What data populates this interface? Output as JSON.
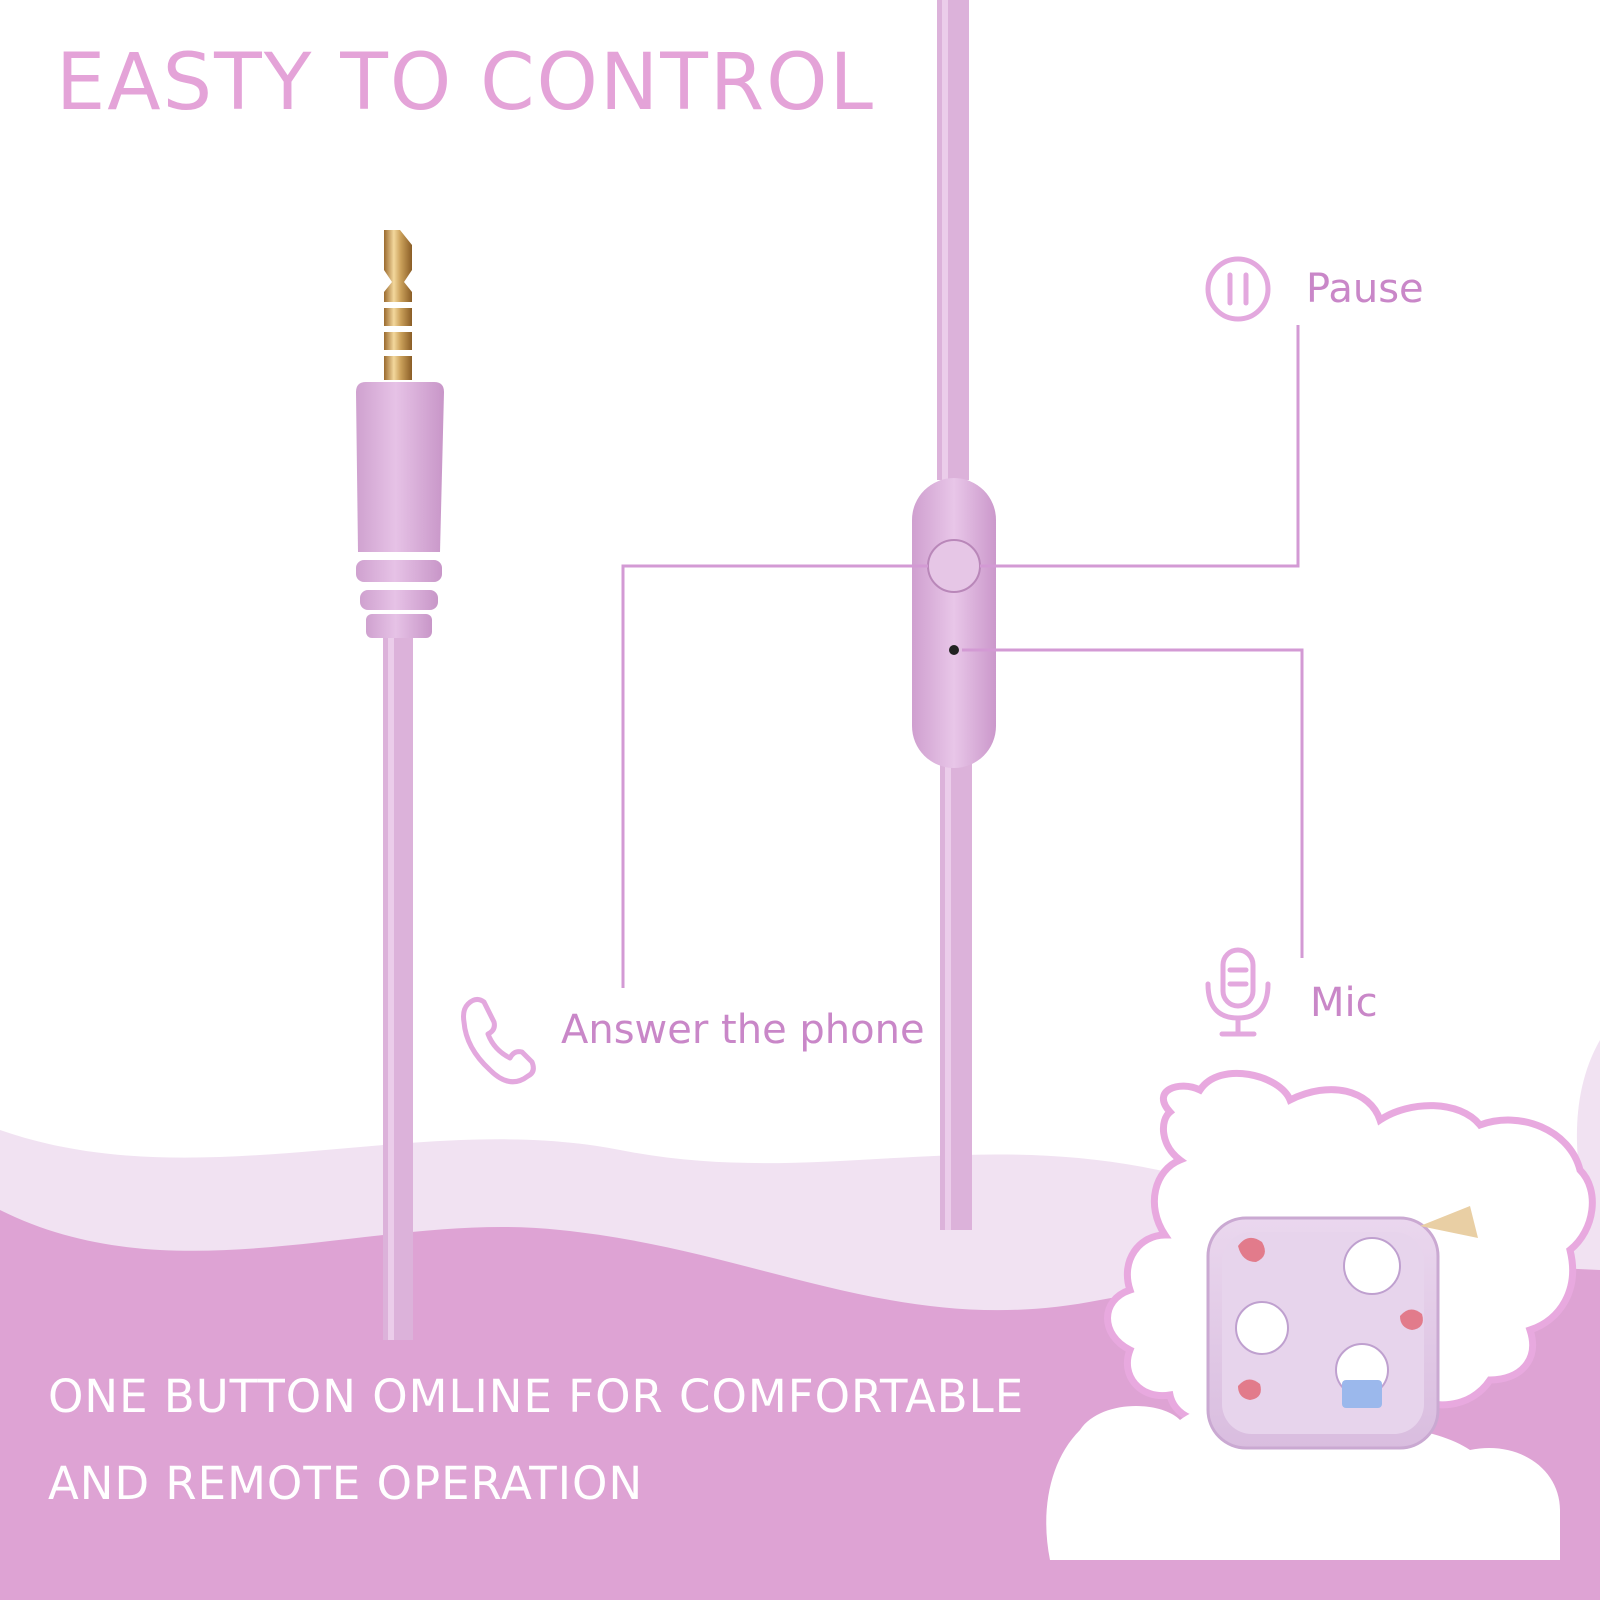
{
  "headline": "EASTY TO CONTROL",
  "controls": {
    "pause": {
      "label": "Pause",
      "icon": "pause-icon"
    },
    "answer": {
      "label": "Answer the phone",
      "icon": "phone-icon"
    },
    "mic": {
      "label": "Mic",
      "icon": "microphone-icon"
    }
  },
  "caption": {
    "line1": "ONE BUTTON OMLINE FOR COMFORTABLE",
    "line2": "AND REMOTE OPERATION"
  },
  "colors": {
    "accent_pink": "#e4a3d8",
    "label_purple": "#c987c8",
    "cable_lilac": "#dcb2da",
    "wave_light": "#f1e2f2",
    "wave_deep": "#dea3d4"
  },
  "product_images": [
    "headphone-plug",
    "inline-remote",
    "storage-case"
  ]
}
